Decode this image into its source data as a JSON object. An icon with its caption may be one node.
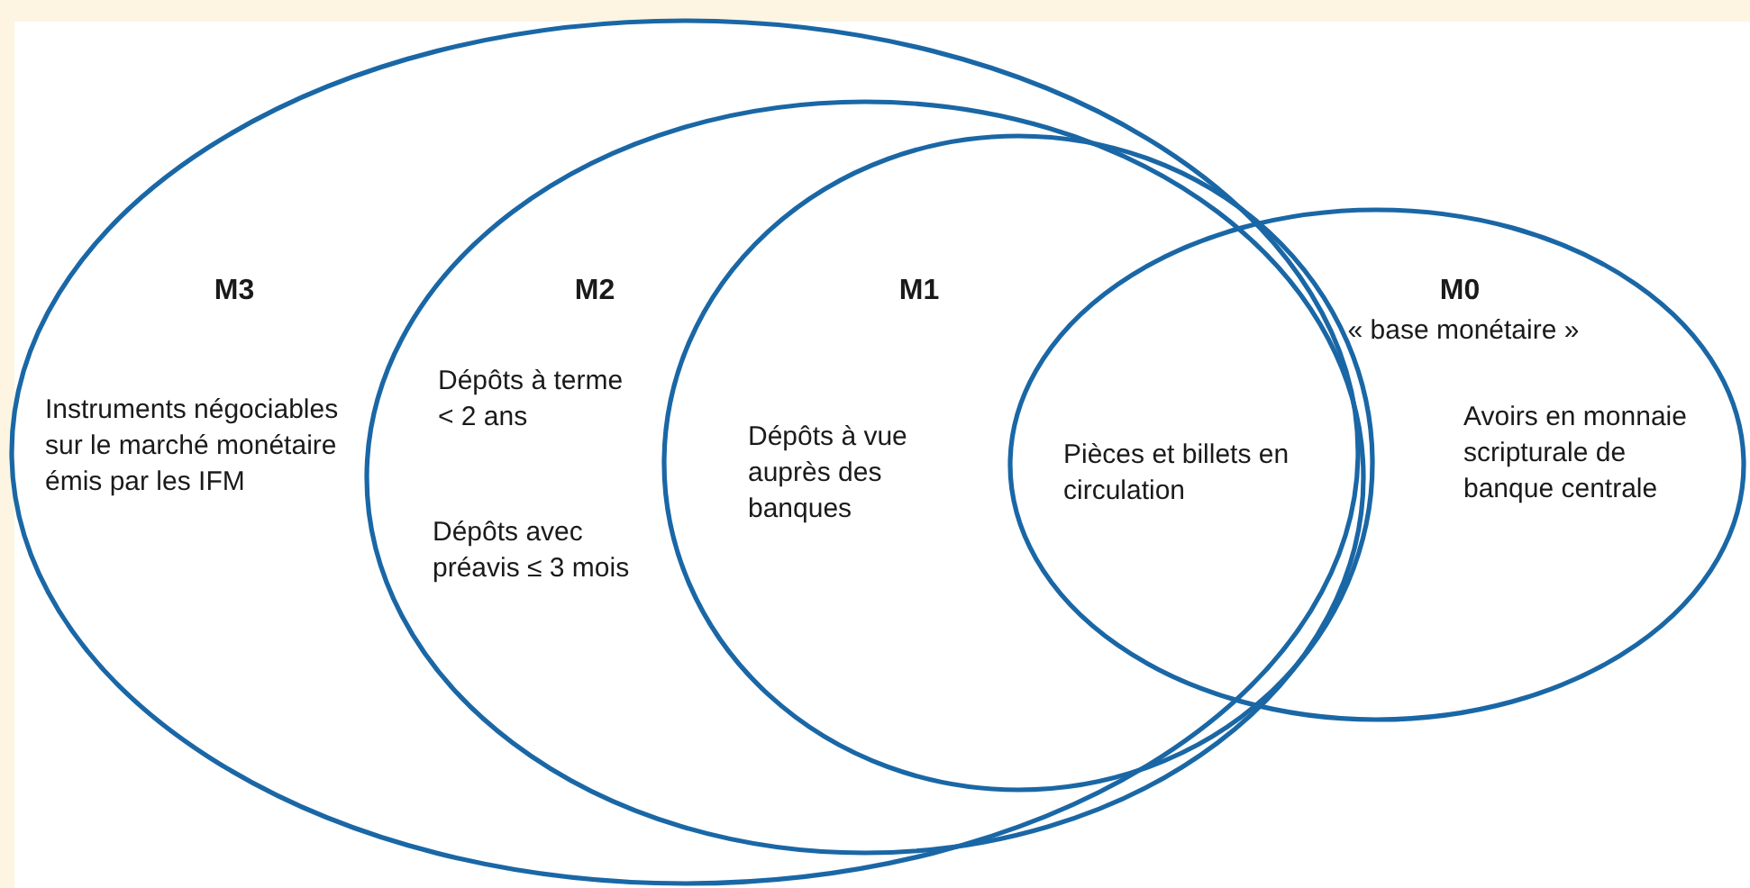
{
  "diagram": {
    "nodes": [
      {
        "text": [
          "M3",
          "Instruments négociables sur le marché monétaire émis par les IFM"
        ]
      },
      {
        "text": [
          "M2",
          "Dépôts à terme < 2 ans",
          "Dépôts avec préavis ≤ 3 mois"
        ],
        "in": 0
      },
      {
        "text": [
          "M1",
          "Dépôts à vue auprès des banques"
        ],
        "in": 1
      },
      {
        "text": [
          "M0",
          "« base monétaire »",
          "Avoirs en monnaie scripturale de banque centrale"
        ]
      }
    ],
    "edges": [],
    "labels": [
      "Pièces et billets en circulation"
    ]
  }
}
